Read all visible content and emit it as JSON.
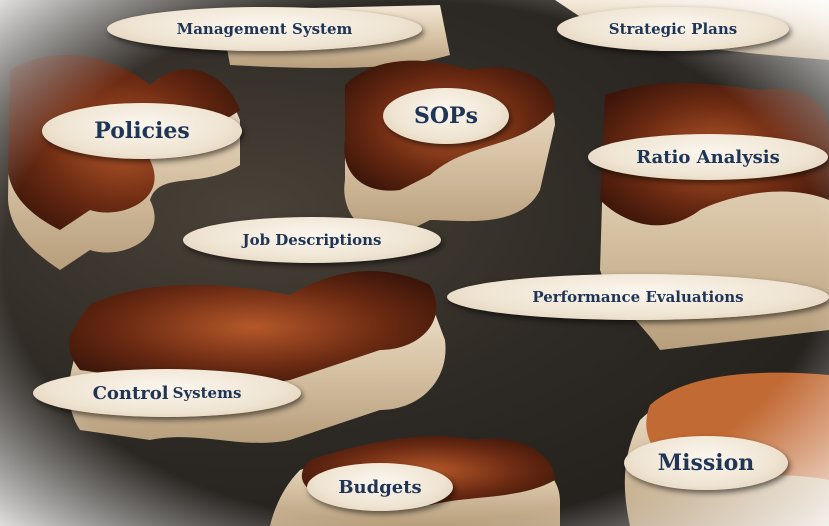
{
  "labels": {
    "management_system": "Management System",
    "strategic_plans": "Strategic Plans",
    "policies": "Policies",
    "sops": "SOPs",
    "ratio_analysis": "Ratio Analysis",
    "job_descriptions": "Job Descriptions",
    "performance_evaluations": "Performance Evaluations",
    "control_main": "Control",
    "control_sub": "Systems",
    "budgets": "Budgets",
    "mission": "Mission"
  },
  "colors": {
    "label_text": "#1f3556",
    "label_bg": "#efe4d2",
    "floor": "#2e2a25",
    "piece_top": "#6b2a12",
    "piece_side": "#e8d9c2"
  }
}
